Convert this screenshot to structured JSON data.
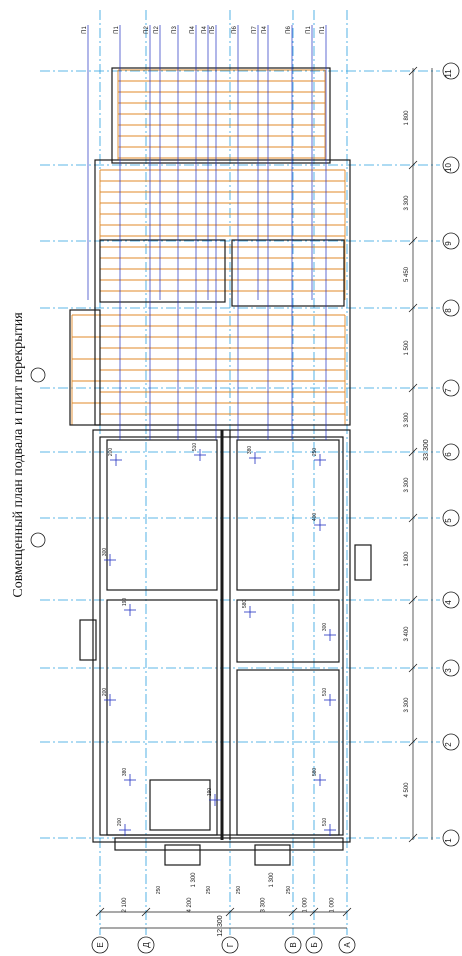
{
  "title": "Совмещенный план подвала и плит перекрытия",
  "grid": {
    "number_axes": [
      "1",
      "2",
      "3",
      "4",
      "5",
      "6",
      "7",
      "8",
      "9",
      "10",
      "11"
    ],
    "letter_axes": [
      "Е",
      "Д",
      "Г",
      "В",
      "Б",
      "А"
    ]
  },
  "dimensions": {
    "horizontal_chain": [
      "4 500",
      "3 300",
      "3 400",
      "1 800",
      "3 300",
      "3 300",
      "1 500",
      "5 450",
      "3 300",
      "1 800"
    ],
    "horizontal_total": "33 300",
    "vertical_chain": [
      "2 100",
      "4 200",
      "3 300",
      "1 000",
      "1 000"
    ],
    "vertical_total": "12 300",
    "dims_outer_bottom": [
      "1 300",
      "1 300"
    ],
    "dims_outer_bottom_b": [
      "250",
      "250",
      "250",
      "250"
    ]
  },
  "plate_marks_top": [
    "П1",
    "П1",
    "П2",
    "П2",
    "П3",
    "П4",
    "П4",
    "П5",
    "П6",
    "П7",
    "П4",
    "П6",
    "П1",
    "П1"
  ],
  "wall_dims": [
    "200",
    "510",
    "380",
    "250",
    "300",
    "400",
    "190",
    "580",
    "300",
    "200",
    "510",
    "380",
    "190",
    "580"
  ],
  "colors": {
    "wall": "#1a1a1a",
    "grid": "#2aa0e0",
    "slab": "#e08a2a",
    "dim": "#2030c0",
    "text": "#1a1a1a"
  }
}
